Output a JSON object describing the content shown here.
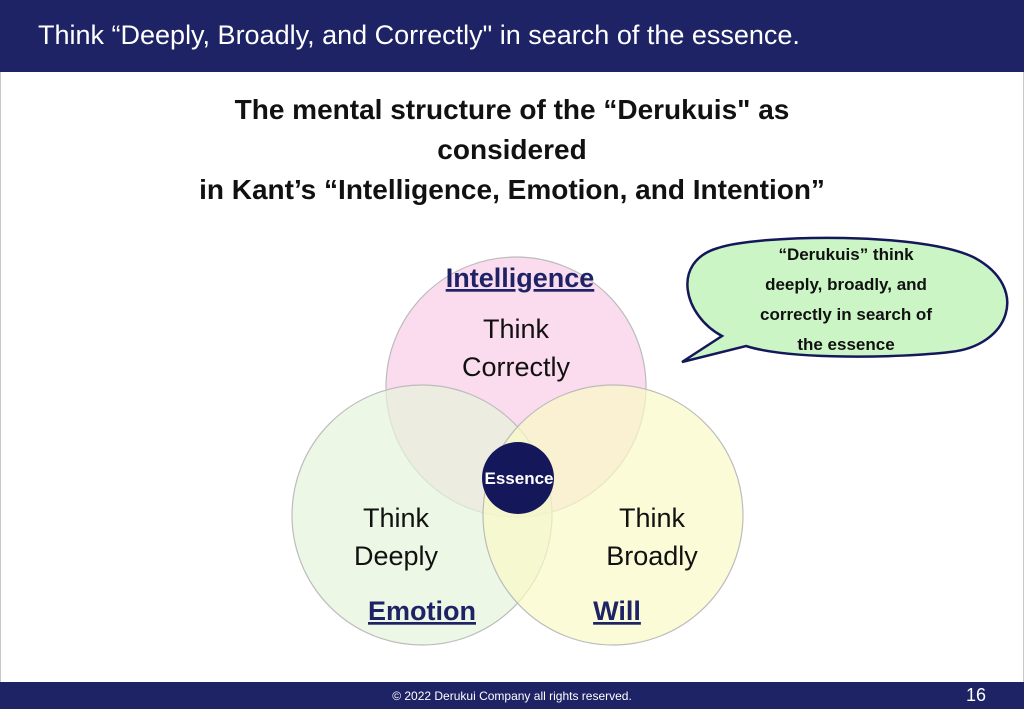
{
  "header": {
    "title": "Think “Deeply, Broadly, and Correctly\" in search of the essence."
  },
  "slide_title": {
    "lines": [
      "The mental structure of the “Derukuis\" as",
      "considered",
      "in Kant’s “Intelligence, Emotion, and Intention”"
    ]
  },
  "diagram": {
    "circles": {
      "intelligence": {
        "heading": "Intelligence",
        "line1": "Think",
        "line2": "Correctly",
        "color": "#f9cfe8"
      },
      "emotion": {
        "heading": "Emotion",
        "line1": "Think",
        "line2": "Deeply",
        "color": "#e6f4dc"
      },
      "will": {
        "heading": "Will",
        "line1": "Think",
        "line2": "Broadly",
        "color": "#f9f9c6"
      }
    },
    "center": {
      "label": "Essence",
      "color": "#14185a"
    },
    "callout": {
      "lines": [
        "“Derukuis” think",
        "deeply, broadly, and",
        "correctly in search of",
        "the essence"
      ],
      "fill": "#ccf5c6",
      "stroke": "#14185a"
    },
    "heading_color": "#1e2366"
  },
  "footer": {
    "copyright": "© 2022 Derukui Company all rights reserved.",
    "page": "16"
  }
}
